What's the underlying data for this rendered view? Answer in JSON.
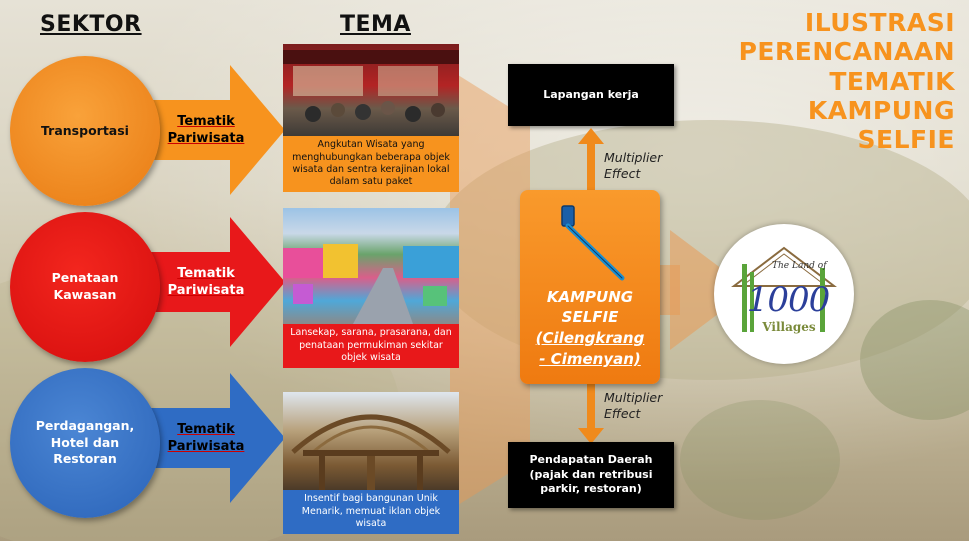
{
  "headers": {
    "sektor": "SEKTOR",
    "tema": "TEMA"
  },
  "title_lines": [
    "ILUSTRASI",
    "PERENCANAAN",
    "TEMATIK",
    "KAMPUNG",
    "SELFIE"
  ],
  "rows": [
    {
      "sector_lines": [
        "Transportasi"
      ],
      "arrow_lines": [
        "Tematik",
        "Pariwisata"
      ],
      "caption": "Angkutan Wisata yang menghubungkan beberapa objek wisata dan sentra kerajinan lokal dalam satu paket",
      "color": "#f7931e"
    },
    {
      "sector_lines": [
        "Penataan",
        "Kawasan"
      ],
      "arrow_lines": [
        "Tematik",
        "Pariwisata"
      ],
      "caption": "Lansekap, sarana, prasarana, dan penataan permukiman sekitar objek wisata",
      "color": "#e8181a"
    },
    {
      "sector_lines": [
        "Perdagangan,",
        "Hotel dan",
        "Restoran"
      ],
      "arrow_lines": [
        "Tematik",
        "Pariwisata"
      ],
      "caption": "Insentif bagi bangunan Unik Menarik, memuat iklan objek wisata",
      "color": "#2f6cc4"
    }
  ],
  "center": {
    "line1": "KAMPUNG",
    "line2": "SELFIE",
    "line3": "(Cilengkrang",
    "line4": "- Cimenyan)"
  },
  "outputs": {
    "top": "Lapangan kerja",
    "bottom_lines": [
      "Pendapatan Daerah",
      "(pajak dan retribusi",
      "parkir, restoran)"
    ]
  },
  "multiplier": {
    "line1": "Multiplier",
    "line2": "Effect"
  },
  "logo": {
    "line1": "The",
    "line2": "Land of",
    "number": "1000",
    "word": "Villages"
  },
  "colors": {
    "accent_orange": "#f7931e",
    "red": "#e8181a",
    "blue": "#2f6cc4"
  }
}
